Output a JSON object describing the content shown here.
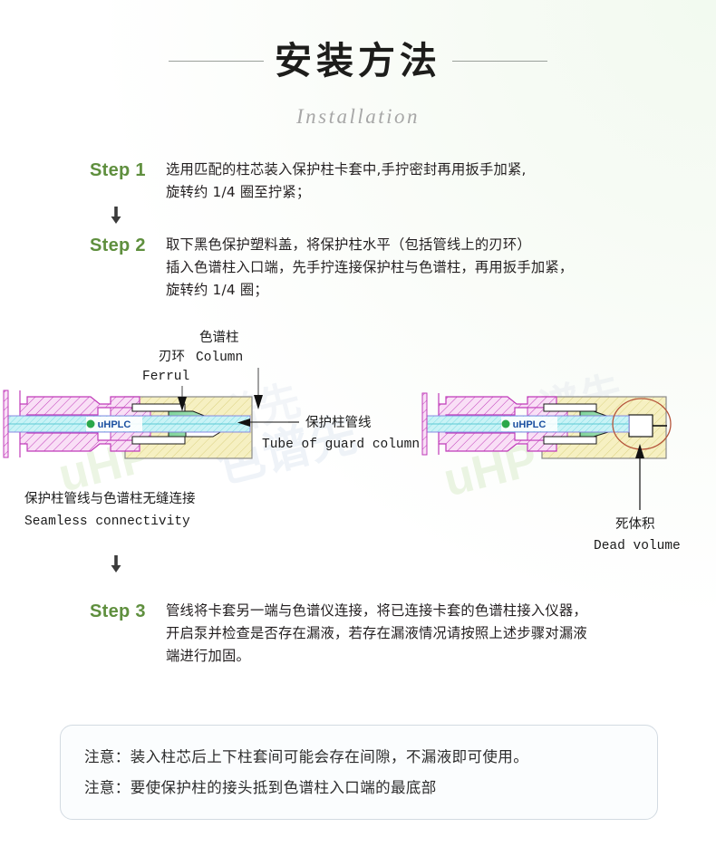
{
  "header": {
    "title_cn": "安装方法",
    "title_en": "Installation"
  },
  "steps": [
    {
      "label": "Step 1",
      "text": "选用匹配的柱芯装入保护柱卡套中,手拧密封再用扳手加紧,\n旋转约 1/4 圈至拧紧；"
    },
    {
      "label": "Step 2",
      "text": "取下黑色保护塑料盖，将保护柱水平（包括管线上的刃环）\n插入色谱柱入口端，先手拧连接保护柱与色谱柱，再用扳手加紧，\n旋转约 1/4 圈；"
    },
    {
      "label": "Step 3",
      "text": "管线将卡套另一端与色谱仪连接，将已连接卡套的色谱柱接入仪器，\n开启泵并检查是否存在漏液，若存在漏液情况请按照上述步骤对漏液\n端进行加固。"
    }
  ],
  "diagram": {
    "labels": {
      "ferrule_cn": "刃环",
      "ferrule_en": "Ferrul",
      "column_cn": "色谱柱",
      "column_en": "Column",
      "tube_cn": "保护柱管线",
      "tube_en": "Tube of guard column",
      "seamless_cn": "保护柱管线与色谱柱无缝连接",
      "seamless_en": "Seamless connectivity",
      "dead_cn": "死体积",
      "dead_en": "Dead volume"
    },
    "watermark": "uHPLC",
    "colors": {
      "ferrule_body": "#f6c9ee",
      "tube_fill": "#b7f0f2",
      "housing_fill": "#f5f0c0",
      "seal_green": "#8fdba6",
      "outline_magenta": "#c03bb9",
      "outline_gray": "#8a8a8a",
      "dead_circle": "#b5553a"
    }
  },
  "notes": [
    "注意：装入柱芯后上下柱套间可能会存在间隙，不漏液即可使用。",
    "注意：要使保护柱的接头抵到色谱柱入口端的最底部"
  ]
}
